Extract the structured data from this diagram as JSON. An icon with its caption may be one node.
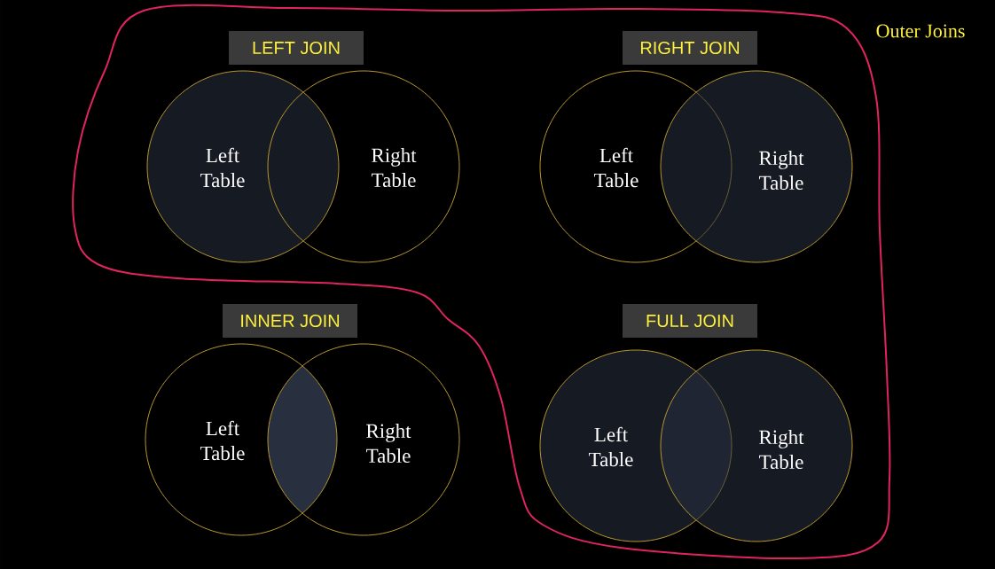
{
  "diagram": {
    "nodes": [
      {
        "text": [
          "LEFT JOIN"
        ]
      },
      {
        "text": [
          "Left Table"
        ]
      },
      {
        "text": [
          "Right Table"
        ]
      },
      {
        "text": [
          "RIGHT JOIN"
        ]
      },
      {
        "text": [
          "Left Table"
        ]
      },
      {
        "text": [
          "Right Table"
        ]
      },
      {
        "text": [
          "INNER JOIN"
        ]
      },
      {
        "text": [
          "Left Table"
        ]
      },
      {
        "text": [
          "Right Table"
        ]
      },
      {
        "text": [
          "FULL JOIN"
        ]
      },
      {
        "text": [
          "Left Table"
        ]
      },
      {
        "text": [
          "Right Table"
        ]
      }
    ],
    "labels": [
      "Outer Joins"
    ]
  }
}
